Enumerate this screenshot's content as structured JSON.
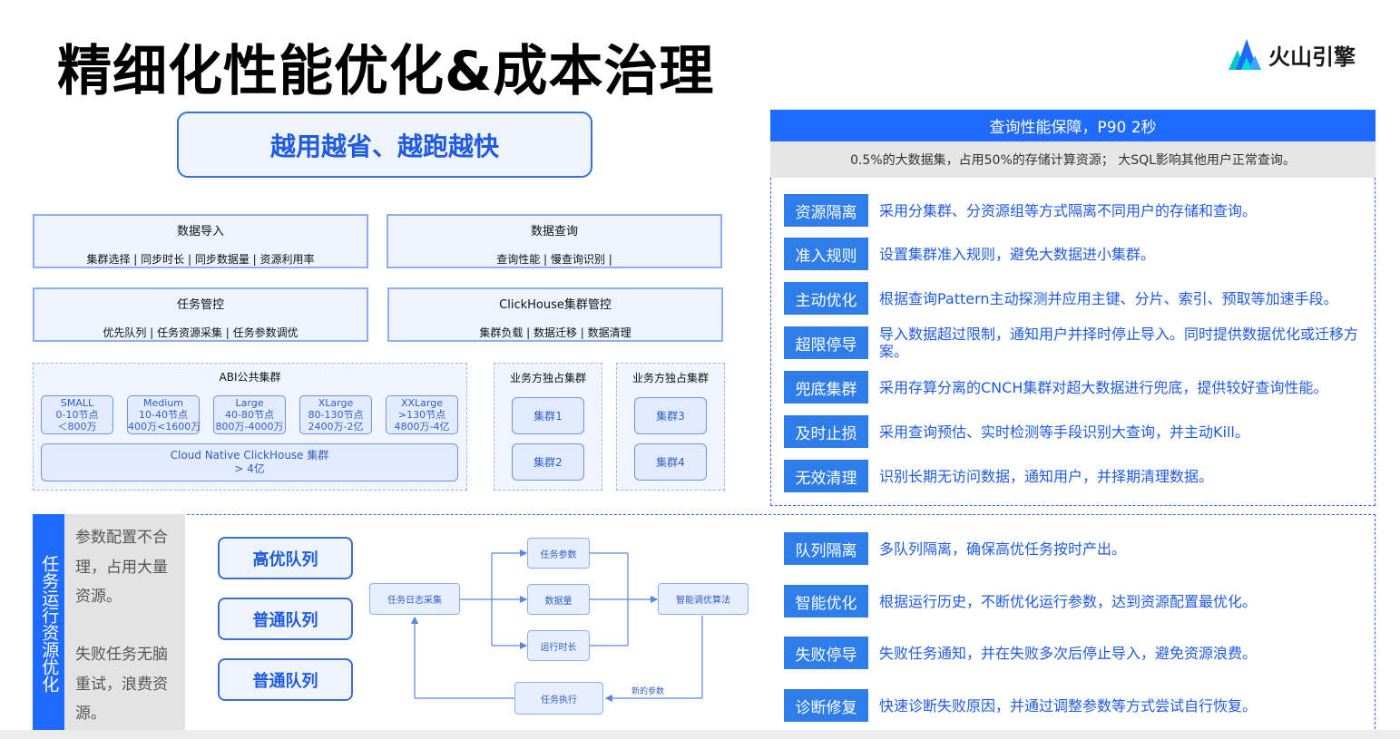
{
  "title": "精细化性能优化&成本治理",
  "logo": {
    "text": "火山引擎",
    "icon": "volcano-logo-icon"
  },
  "slogan": "越用越省、越跑越快",
  "management": [
    {
      "title": "数据导入",
      "items": "集群选择 | 同步时长 | 同步数据量 | 资源利用率"
    },
    {
      "title": "数据查询",
      "items": "查询性能 | 慢查询识别 |"
    },
    {
      "title": "任务管控",
      "items": "优先队列 | 任务资源采集 | 任务参数调优"
    },
    {
      "title": "ClickHouse集群管控",
      "items": "集群负载 | 数据迁移 | 数据清理"
    }
  ],
  "abi": {
    "title": "ABI公共集群",
    "sizes": [
      {
        "name": "SMALL",
        "nodes": "0-10节点",
        "rows": "＜800万"
      },
      {
        "name": "Medium",
        "nodes": "10-40节点",
        "rows": "400万<1600万"
      },
      {
        "name": "Large",
        "nodes": "40-80节点",
        "rows": "800万-4000万"
      },
      {
        "name": "XLarge",
        "nodes": "80-130节点",
        "rows": "2400万-2亿"
      },
      {
        "name": "XXLarge",
        "nodes": ">130节点",
        "rows": "4800万-4亿"
      }
    ],
    "cloud_native": {
      "line1": "Cloud Native ClickHouse 集群",
      "line2": "> 4亿"
    }
  },
  "exclusive": [
    {
      "title": "业务方独占集群",
      "clusters": [
        "集群1",
        "集群2"
      ]
    },
    {
      "title": "业务方独占集群",
      "clusters": [
        "集群3",
        "集群4"
      ]
    }
  ],
  "query_panel": {
    "header": "查询性能保障，P90 2秒",
    "subheader": "0.5%的大数据集，占用50%的存储计算资源； 大SQL影响其他用户正常查询。",
    "rows": [
      {
        "tag": "资源隔离",
        "desc": "采用分集群、分资源组等方式隔离不同用户的存储和查询。"
      },
      {
        "tag": "准入规则",
        "desc": "设置集群准入规则，避免大数据进小集群。"
      },
      {
        "tag": "主动优化",
        "desc": "根据查询Pattern主动探测并应用主键、分片、索引、预取等加速手段。"
      },
      {
        "tag": "超限停导",
        "desc": "导入数据超过限制，通知用户并择时停止导入。同时提供数据优化或迁移方案。"
      },
      {
        "tag": "兜底集群",
        "desc": "采用存算分离的CNCH集群对超大数据进行兜底，提供较好查询性能。"
      },
      {
        "tag": "及时止损",
        "desc": "采用查询预估、实时检测等手段识别大查询，并主动Kill。"
      },
      {
        "tag": "无效清理",
        "desc": "识别长期无访问数据，通知用户，并择期清理数据。"
      }
    ]
  },
  "task_section": {
    "side_label": "任务运行资源优化",
    "problem1": "参数配置不合理，占用大量资源。",
    "problem2": "失败任务无脑重试，浪费资源。",
    "queues": [
      "高优队列",
      "普通队列",
      "普通队列"
    ],
    "flow": {
      "collect": "任务日志采集",
      "params": "任务参数",
      "volume": "数据量",
      "duration": "运行时长",
      "algo": "智能调优算法",
      "exec": "任务执行",
      "new_params": "新的参数"
    },
    "rows": [
      {
        "tag": "队列隔离",
        "desc": "多队列隔离，确保高优任务按时产出。"
      },
      {
        "tag": "智能优化",
        "desc": "根据运行历史，不断优化运行参数，达到资源配置最优化。"
      },
      {
        "tag": "失败停导",
        "desc": "失败任务通知，并在失败多次后停止导入，避免资源浪费。"
      },
      {
        "tag": "诊断修复",
        "desc": "快速诊断失败原因，并通过调整参数等方式尝试自行恢复。"
      }
    ]
  },
  "colors": {
    "primary": "#1f6bff",
    "tag": "#2f7de8",
    "text_blue": "#1f5be0",
    "box_border": "#8eaef0",
    "box_fill": "#eef4ff"
  }
}
